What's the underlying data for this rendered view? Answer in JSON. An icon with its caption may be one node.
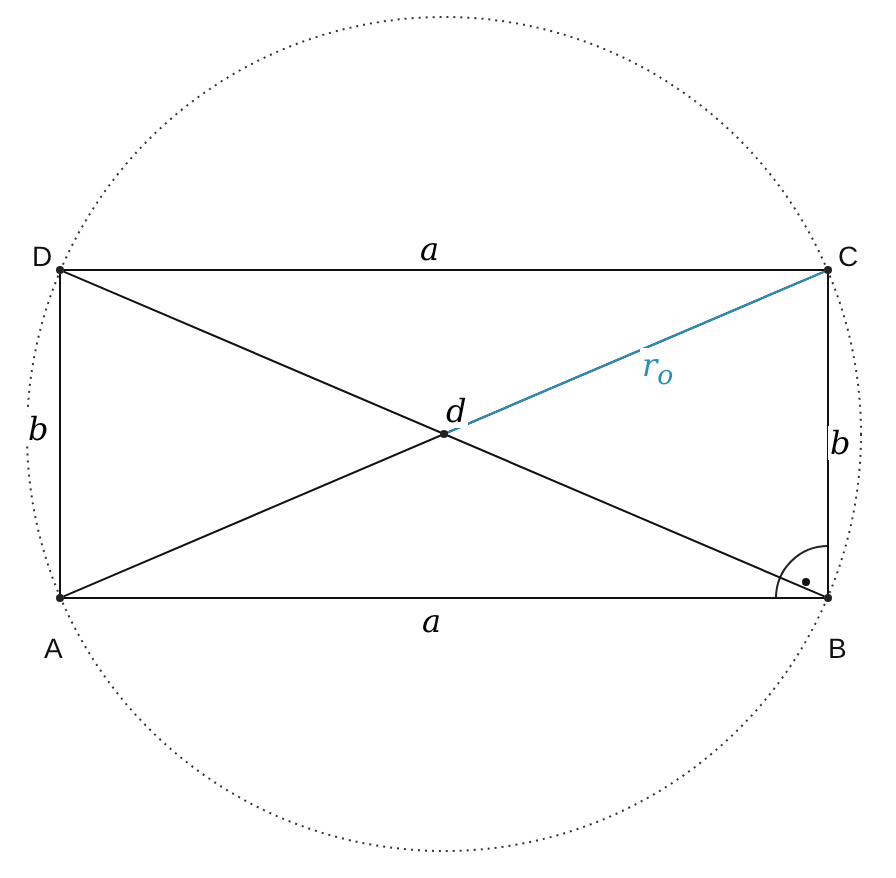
{
  "diagram": {
    "nodes": [
      {
        "text": [],
        "shape": "point",
        "beside": [
          "A"
        ]
      },
      {
        "text": [],
        "shape": "point",
        "beside": [
          "B"
        ]
      },
      {
        "text": [],
        "shape": "point",
        "beside": [
          "C"
        ]
      },
      {
        "text": [],
        "shape": "point",
        "beside": [
          "D"
        ]
      },
      {
        "text": [],
        "shape": "point"
      }
    ],
    "edges": [
      {
        "from": 3,
        "to": 2,
        "arrow": "none",
        "label": "a"
      },
      {
        "from": 0,
        "to": 1,
        "arrow": "none",
        "label": "a"
      },
      {
        "from": 0,
        "to": 3,
        "arrow": "none",
        "label": "b"
      },
      {
        "from": 1,
        "to": 2,
        "arrow": "none",
        "label": "b"
      },
      {
        "from": 3,
        "to": 1,
        "arrow": "none"
      },
      {
        "from": 0,
        "to": 2,
        "arrow": "none",
        "label": "d"
      },
      {
        "from": 4,
        "to": 2,
        "arrow": "none",
        "label": "r$_{o}$",
        "color": "#2a8fb8"
      }
    ]
  }
}
